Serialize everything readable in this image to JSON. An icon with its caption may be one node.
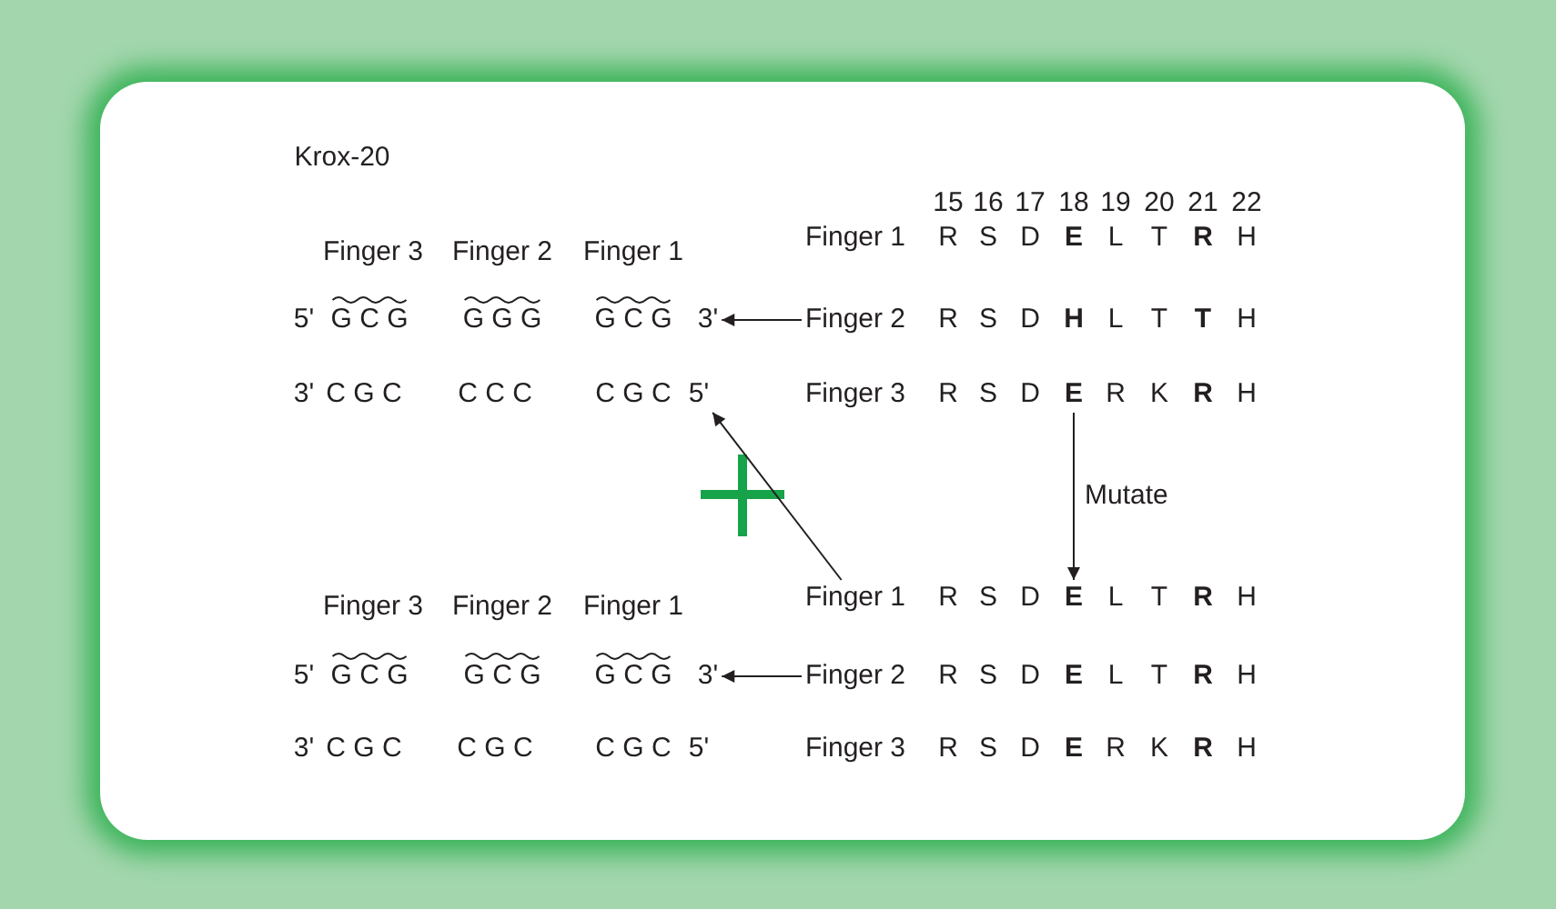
{
  "diagram": {
    "nodes": [
      {
        "text": [
          "3'"
        ]
      },
      {
        "text": [
          "Finger 2"
        ]
      },
      {
        "text": [
          "5'"
        ]
      },
      {
        "text": [
          "Finger 1"
        ]
      },
      {
        "text": [
          "E"
        ]
      },
      {
        "text": [
          "E"
        ]
      },
      {
        "text": [
          "3'"
        ]
      },
      {
        "text": [
          "Finger 2"
        ]
      }
    ],
    "edges": [
      {
        "from": 1,
        "to": 0,
        "arrow": "to"
      },
      {
        "from": 3,
        "to": 2,
        "arrow": "to"
      },
      {
        "from": 4,
        "to": 5,
        "arrow": "to",
        "label": "Mutate"
      },
      {
        "from": 7,
        "to": 6,
        "arrow": "to"
      }
    ],
    "labels": [
      "Krox-20",
      "15",
      "16",
      "17",
      "18",
      "19",
      "20",
      "21",
      "22",
      "Finger 3",
      "Finger 2",
      "Finger 1",
      "Finger 1",
      "R",
      "S",
      "D",
      "E",
      "L",
      "T",
      "R",
      "H",
      "5'",
      "G C G",
      "G G G",
      "G C G",
      "R",
      "S",
      "D",
      "H",
      "L",
      "T",
      "T",
      "H",
      "3'",
      "C G C",
      "C C C",
      "C G C",
      "Finger 3",
      "R",
      "S",
      "D",
      "R",
      "K",
      "R",
      "H",
      "Finger 3",
      "Finger 2",
      "Finger 1",
      "R",
      "S",
      "D",
      "L",
      "T",
      "R",
      "H",
      "5'",
      "G C G",
      "G C G",
      "G C G",
      "R",
      "S",
      "D",
      "E",
      "L",
      "T",
      "R",
      "H",
      "3'",
      "C G C",
      "C G C",
      "C G C",
      "5'",
      "Finger 3",
      "R",
      "S",
      "D",
      "E",
      "R",
      "K",
      "R",
      "H"
    ]
  }
}
